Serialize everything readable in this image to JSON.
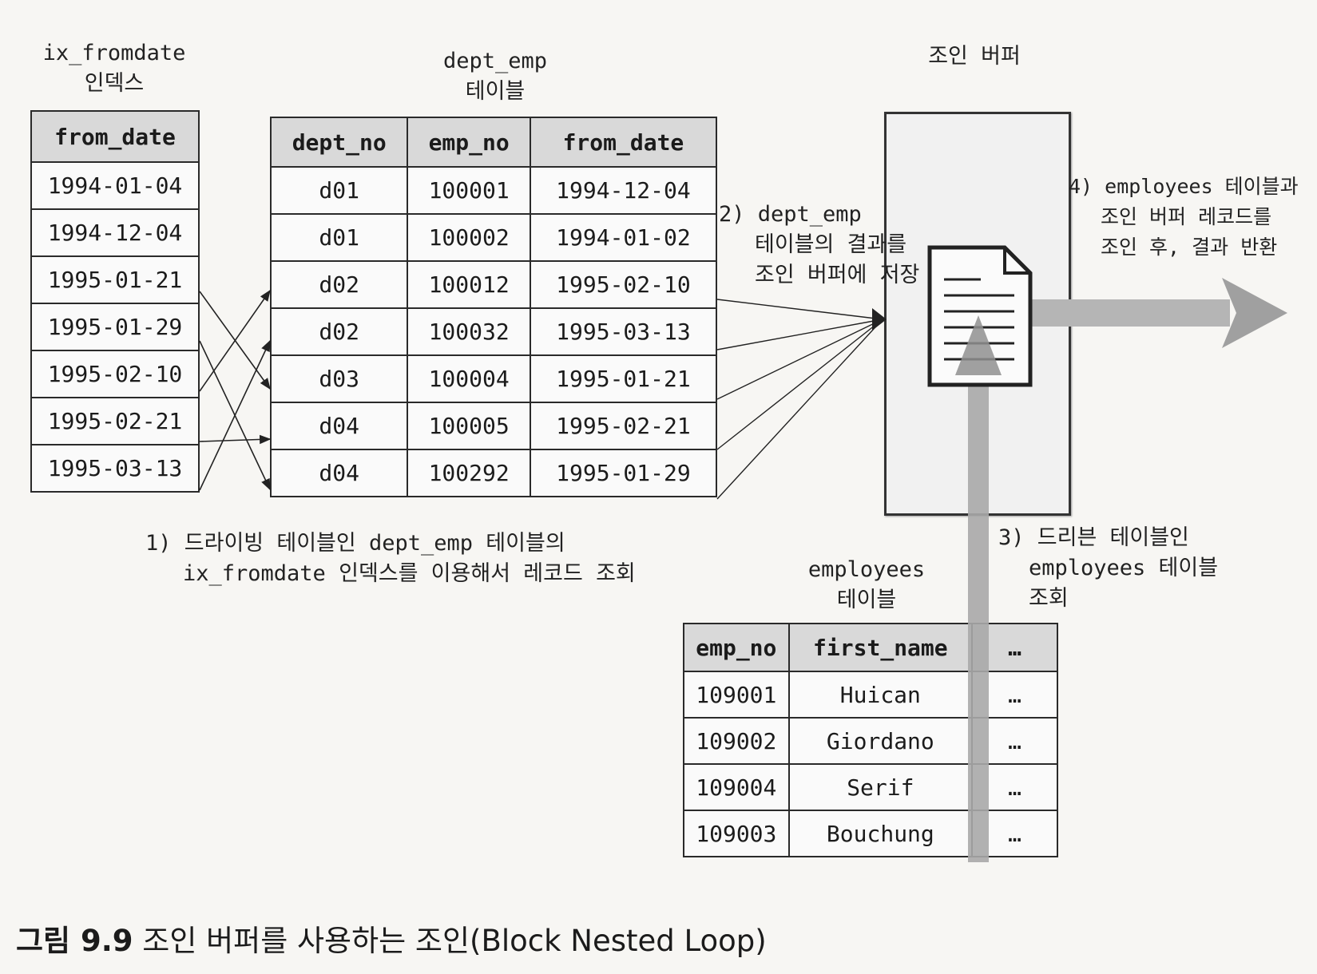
{
  "index": {
    "title_line1": "ix_fromdate",
    "title_line2": "인덱스",
    "header": "from_date",
    "rows": [
      "1994-01-04",
      "1994-12-04",
      "1995-01-21",
      "1995-01-29",
      "1995-02-10",
      "1995-02-21",
      "1995-03-13"
    ]
  },
  "dept_emp": {
    "title_line1": "dept_emp",
    "title_line2": "테이블",
    "headers": [
      "dept_no",
      "emp_no",
      "from_date"
    ],
    "rows": [
      [
        "d01",
        "100001",
        "1994-12-04"
      ],
      [
        "d01",
        "100002",
        "1994-01-02"
      ],
      [
        "d02",
        "100012",
        "1995-02-10"
      ],
      [
        "d02",
        "100032",
        "1995-03-13"
      ],
      [
        "d03",
        "100004",
        "1995-01-21"
      ],
      [
        "d04",
        "100005",
        "1995-02-21"
      ],
      [
        "d04",
        "100292",
        "1995-01-29"
      ]
    ]
  },
  "join_buffer": {
    "title": "조인 버퍼"
  },
  "employees": {
    "title_line1": "employees",
    "title_line2": "테이블",
    "headers": [
      "emp_no",
      "first_name",
      "…"
    ],
    "rows": [
      [
        "109001",
        "Huican",
        "…"
      ],
      [
        "109002",
        "Giordano",
        "…"
      ],
      [
        "109004",
        "Serif",
        "…"
      ],
      [
        "109003",
        "Bouchung",
        "…"
      ]
    ]
  },
  "steps": {
    "step1_line1": "1) 드라이빙 테이블인 dept_emp 테이블의",
    "step1_line2": "ix_fromdate 인덱스를 이용해서 레코드 조회",
    "step2_line1": "2) dept_emp",
    "step2_line2": "테이블의 결과를",
    "step2_line3": "조인 버퍼에 저장",
    "step3_line1": "3) 드리븐 테이블인",
    "step3_line2": "employees 테이블",
    "step3_line3": "조회",
    "step4_line1": "4) employees 테이블과",
    "step4_line2": "조인 버퍼 레코드를",
    "step4_line3": "조인 후, 결과 반환"
  },
  "caption": {
    "figure_label": "그림 9.9",
    "text": "조인 버퍼를 사용하는 조인(Block Nested Loop)"
  },
  "icons": {
    "buffer_document": "document-icon",
    "result_arrow": "arrow-right-icon",
    "driven_arrow": "arrow-up-icon"
  }
}
